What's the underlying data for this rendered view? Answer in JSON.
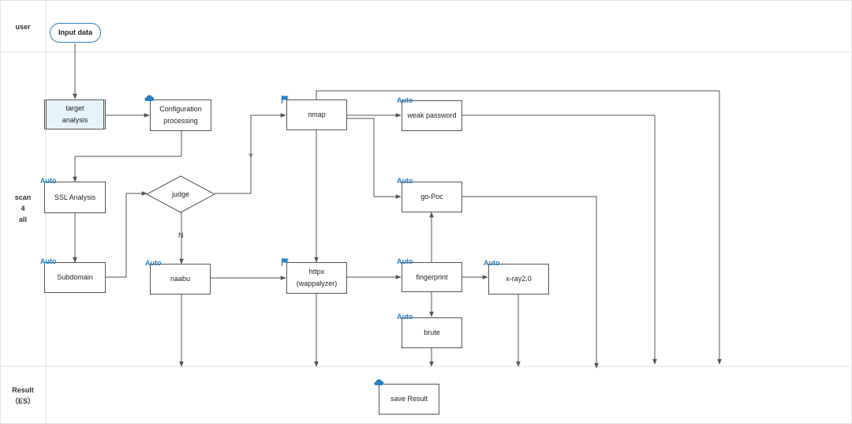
{
  "lanes": {
    "user": "user",
    "scan_l1": "scan",
    "scan_l2": "4",
    "scan_l3": "all",
    "result_l1": "Result",
    "result_l2": "（ES）"
  },
  "nodes": {
    "input_data": "Input data",
    "target_l1": "target",
    "target_l2": "analysis",
    "config_l1": "Configuration",
    "config_l2": "processing",
    "ssl": "SSL Analysis",
    "subdomain": "Subdomain",
    "judge": "judge",
    "naabu": "naabu",
    "nmap": "nmap",
    "httpx_l1": "httpx",
    "httpx_l2": "(wappalyzer)",
    "weak_password": "weak password",
    "gopoc": "go-Poc",
    "fingerprint": "fingerprint",
    "xray": "x-ray2.0",
    "brute": "brute",
    "save_result": "save Result"
  },
  "badges": {
    "auto": "Auto"
  },
  "edge_labels": {
    "yes": "Y",
    "no": "N"
  },
  "icons": {
    "cloud": "cloud-icon",
    "flag": "flag-icon"
  },
  "colors": {
    "accent": "#2a7fc1",
    "line": "#555555",
    "highlight_fill": "#e6f4f9"
  }
}
